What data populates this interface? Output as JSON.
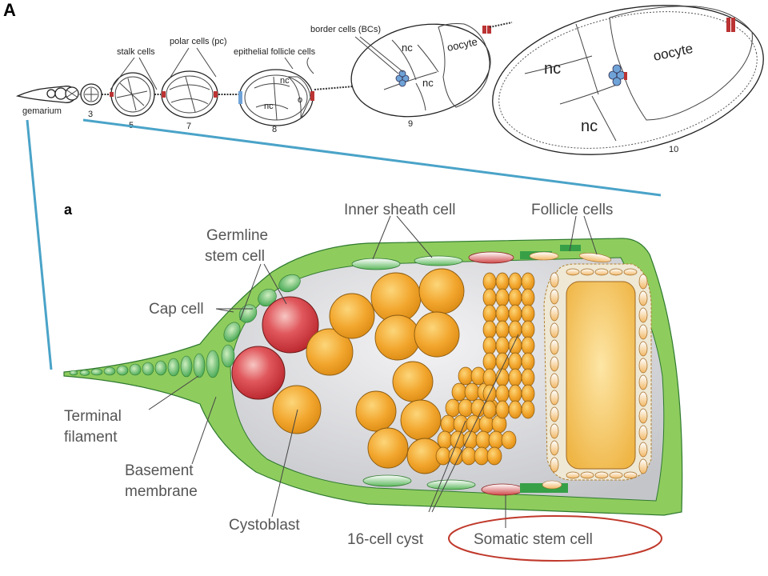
{
  "panel_top": {
    "letter": "A",
    "labels": {
      "gemarium": "gemarium",
      "stalk_cells": "stalk cells",
      "polar_cells": "polar cells (pc)",
      "epithelial": "epithelial follicle cells",
      "border_cells": "border cells (BCs)",
      "nc": "nc",
      "o": "o",
      "oocyte": "oocyte"
    },
    "stages": [
      "3",
      "5",
      "7",
      "8",
      "9",
      "10"
    ]
  },
  "panel_bottom": {
    "letter": "a",
    "labels": {
      "inner_sheath": "Inner sheath cell",
      "follicle_cells": "Follicle cells",
      "germline_1": "Germline",
      "germline_2": "stem cell",
      "cap_cell": "Cap cell",
      "terminal_1": "Terminal",
      "terminal_2": "filament",
      "basement_1": "Basement",
      "basement_2": "membrane",
      "cystoblast": "Cystoblast",
      "cyst16": "16-cell cyst",
      "somatic": "Somatic stem cell"
    }
  },
  "colors": {
    "green": "#8fcc5e",
    "dark_green": "#37a047",
    "gray_interior": "#d9d9dc",
    "orange": "#f2a52c",
    "red": "#d9363e",
    "blue_cells": "#6fa3d8",
    "oocyte_fill": "#efe8d4",
    "zoom_line": "#4aa3c8",
    "highlight_ellipse": "#c0392b"
  }
}
